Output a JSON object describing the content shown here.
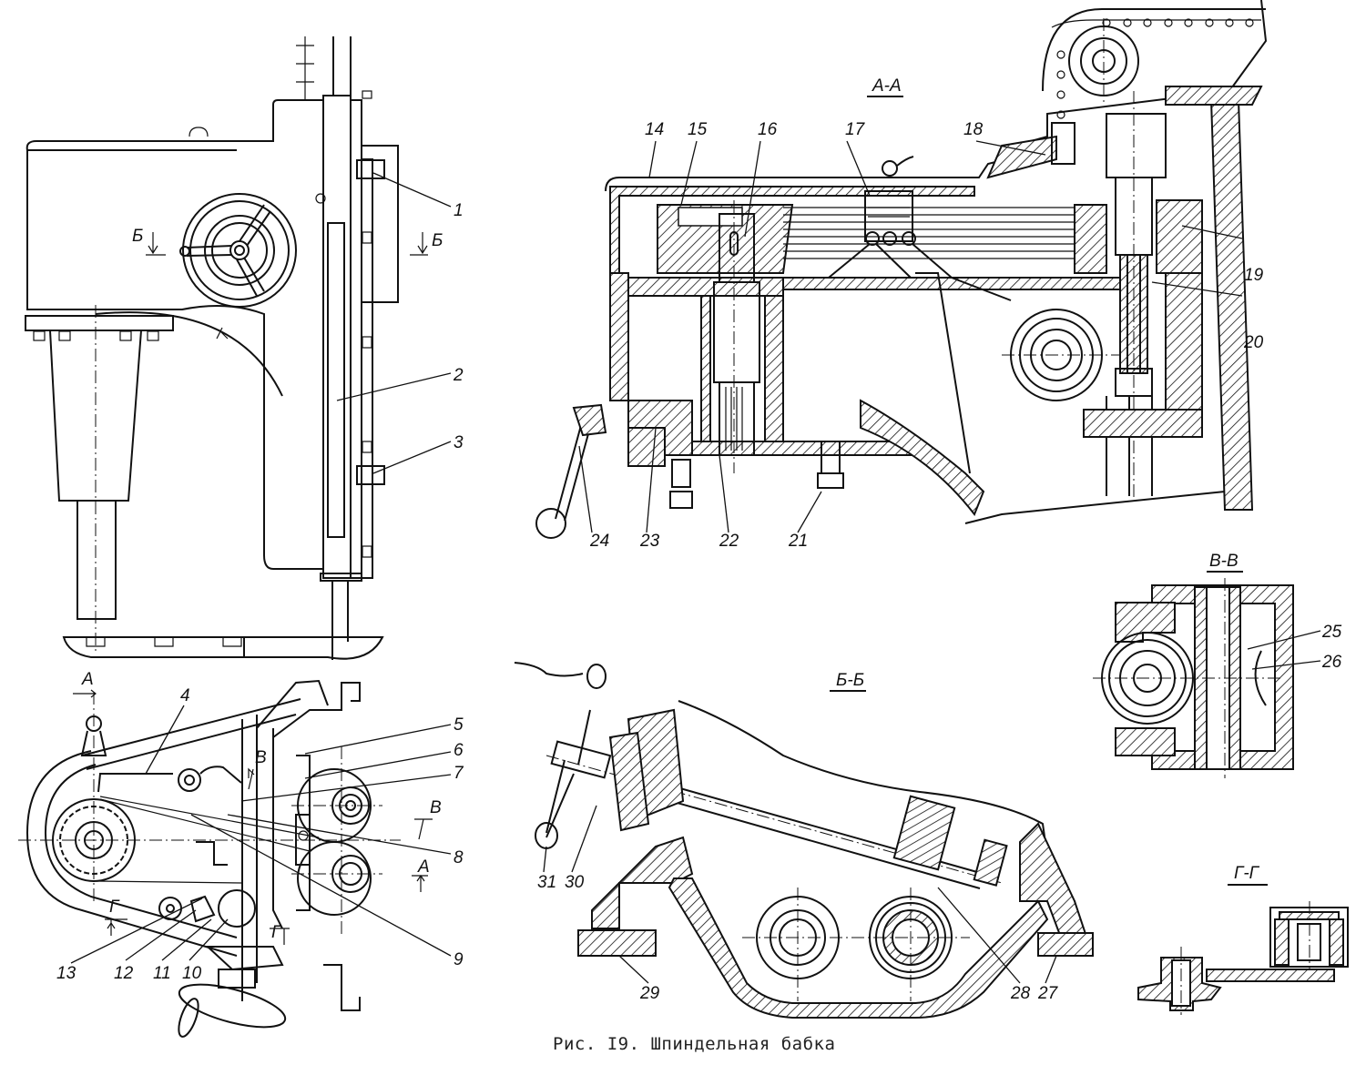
{
  "figure": {
    "caption": "Рис. I9. Шпиндельная бабка"
  },
  "sections": {
    "aa": "А-А",
    "bb": "Б-Б",
    "vv": "В-В",
    "gg": "Г-Г"
  },
  "section_marks": {
    "b_left": "Б",
    "b_right": "Б",
    "a_top": "А",
    "a_bottom": "А",
    "v_upper": "В",
    "v_right": "В",
    "g_left": "Г",
    "g_right": "Г"
  },
  "part_labels": [
    "1",
    "2",
    "3",
    "4",
    "5",
    "6",
    "7",
    "8",
    "9",
    "10",
    "11",
    "12",
    "13",
    "14",
    "15",
    "16",
    "17",
    "18",
    "19",
    "20",
    "21",
    "22",
    "23",
    "24",
    "25",
    "26",
    "27",
    "28",
    "29",
    "30",
    "31"
  ]
}
